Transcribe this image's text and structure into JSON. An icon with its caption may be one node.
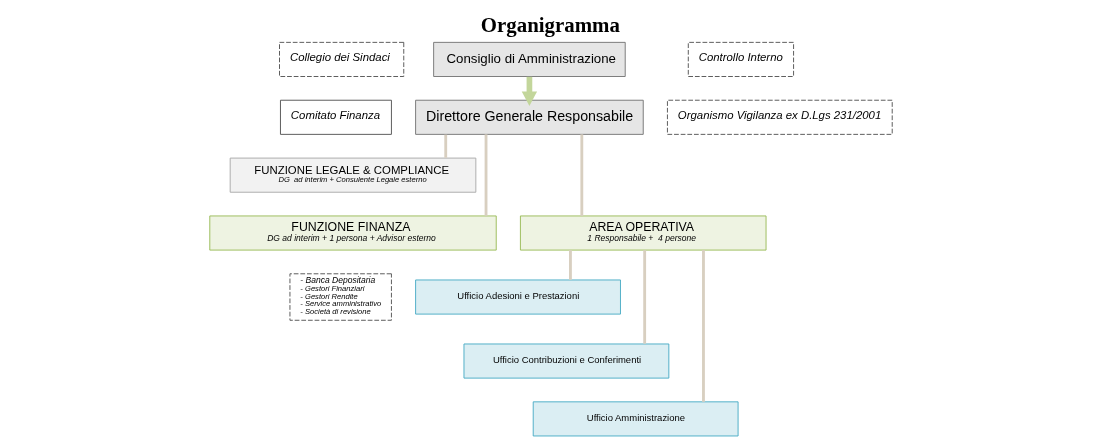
{
  "diagram": {
    "title": "Organigramma",
    "nodes": [
      {
        "text": [
          "Collegio dei Sindaci"
        ]
      },
      {
        "text": [
          "Consiglio di Amministrazione"
        ]
      },
      {
        "text": [
          "Controllo Interno"
        ]
      },
      {
        "text": [
          "Comitato Finanza"
        ]
      },
      {
        "text": [
          "Direttore Generale Responsabile"
        ]
      },
      {
        "text": [
          "Organismo Vigilanza ex D.Lgs 231/2001"
        ]
      },
      {
        "text": [
          "FUNZIONE LEGALE & COMPLIANCE",
          "DG  ad interim + Consulente Legale esterno"
        ]
      },
      {
        "text": [
          "FUNZIONE FINANZA",
          "DG ad interim + 1 persona + Advisor esterno"
        ]
      },
      {
        "text": [
          "AREA OPERATIVA",
          "1 Responsabile +  4 persone"
        ]
      },
      {
        "text": [
          "- Banca Depositaria",
          "- Gestori Finanziari",
          "- Gestori Rendite",
          "- Service amministrativo",
          "- Società di revisione"
        ]
      },
      {
        "text": [
          "Ufficio Adesioni e Prestazioni"
        ]
      },
      {
        "text": [
          "Ufficio Contribuzioni e Conferimenti"
        ]
      },
      {
        "text": [
          "Ufficio Amministrazione"
        ]
      }
    ],
    "edges": [
      {
        "from": 1,
        "to": 4,
        "arrow": "to",
        "style": "thick",
        "color": "#c3d69b"
      },
      {
        "from": 4,
        "to": 6,
        "arrow": "none"
      },
      {
        "from": 4,
        "to": 7,
        "arrow": "none"
      },
      {
        "from": 4,
        "to": 8,
        "arrow": "none"
      },
      {
        "from": 8,
        "to": 10,
        "arrow": "none"
      },
      {
        "from": 8,
        "to": 11,
        "arrow": "none"
      },
      {
        "from": 8,
        "to": 12,
        "arrow": "none"
      }
    ]
  }
}
